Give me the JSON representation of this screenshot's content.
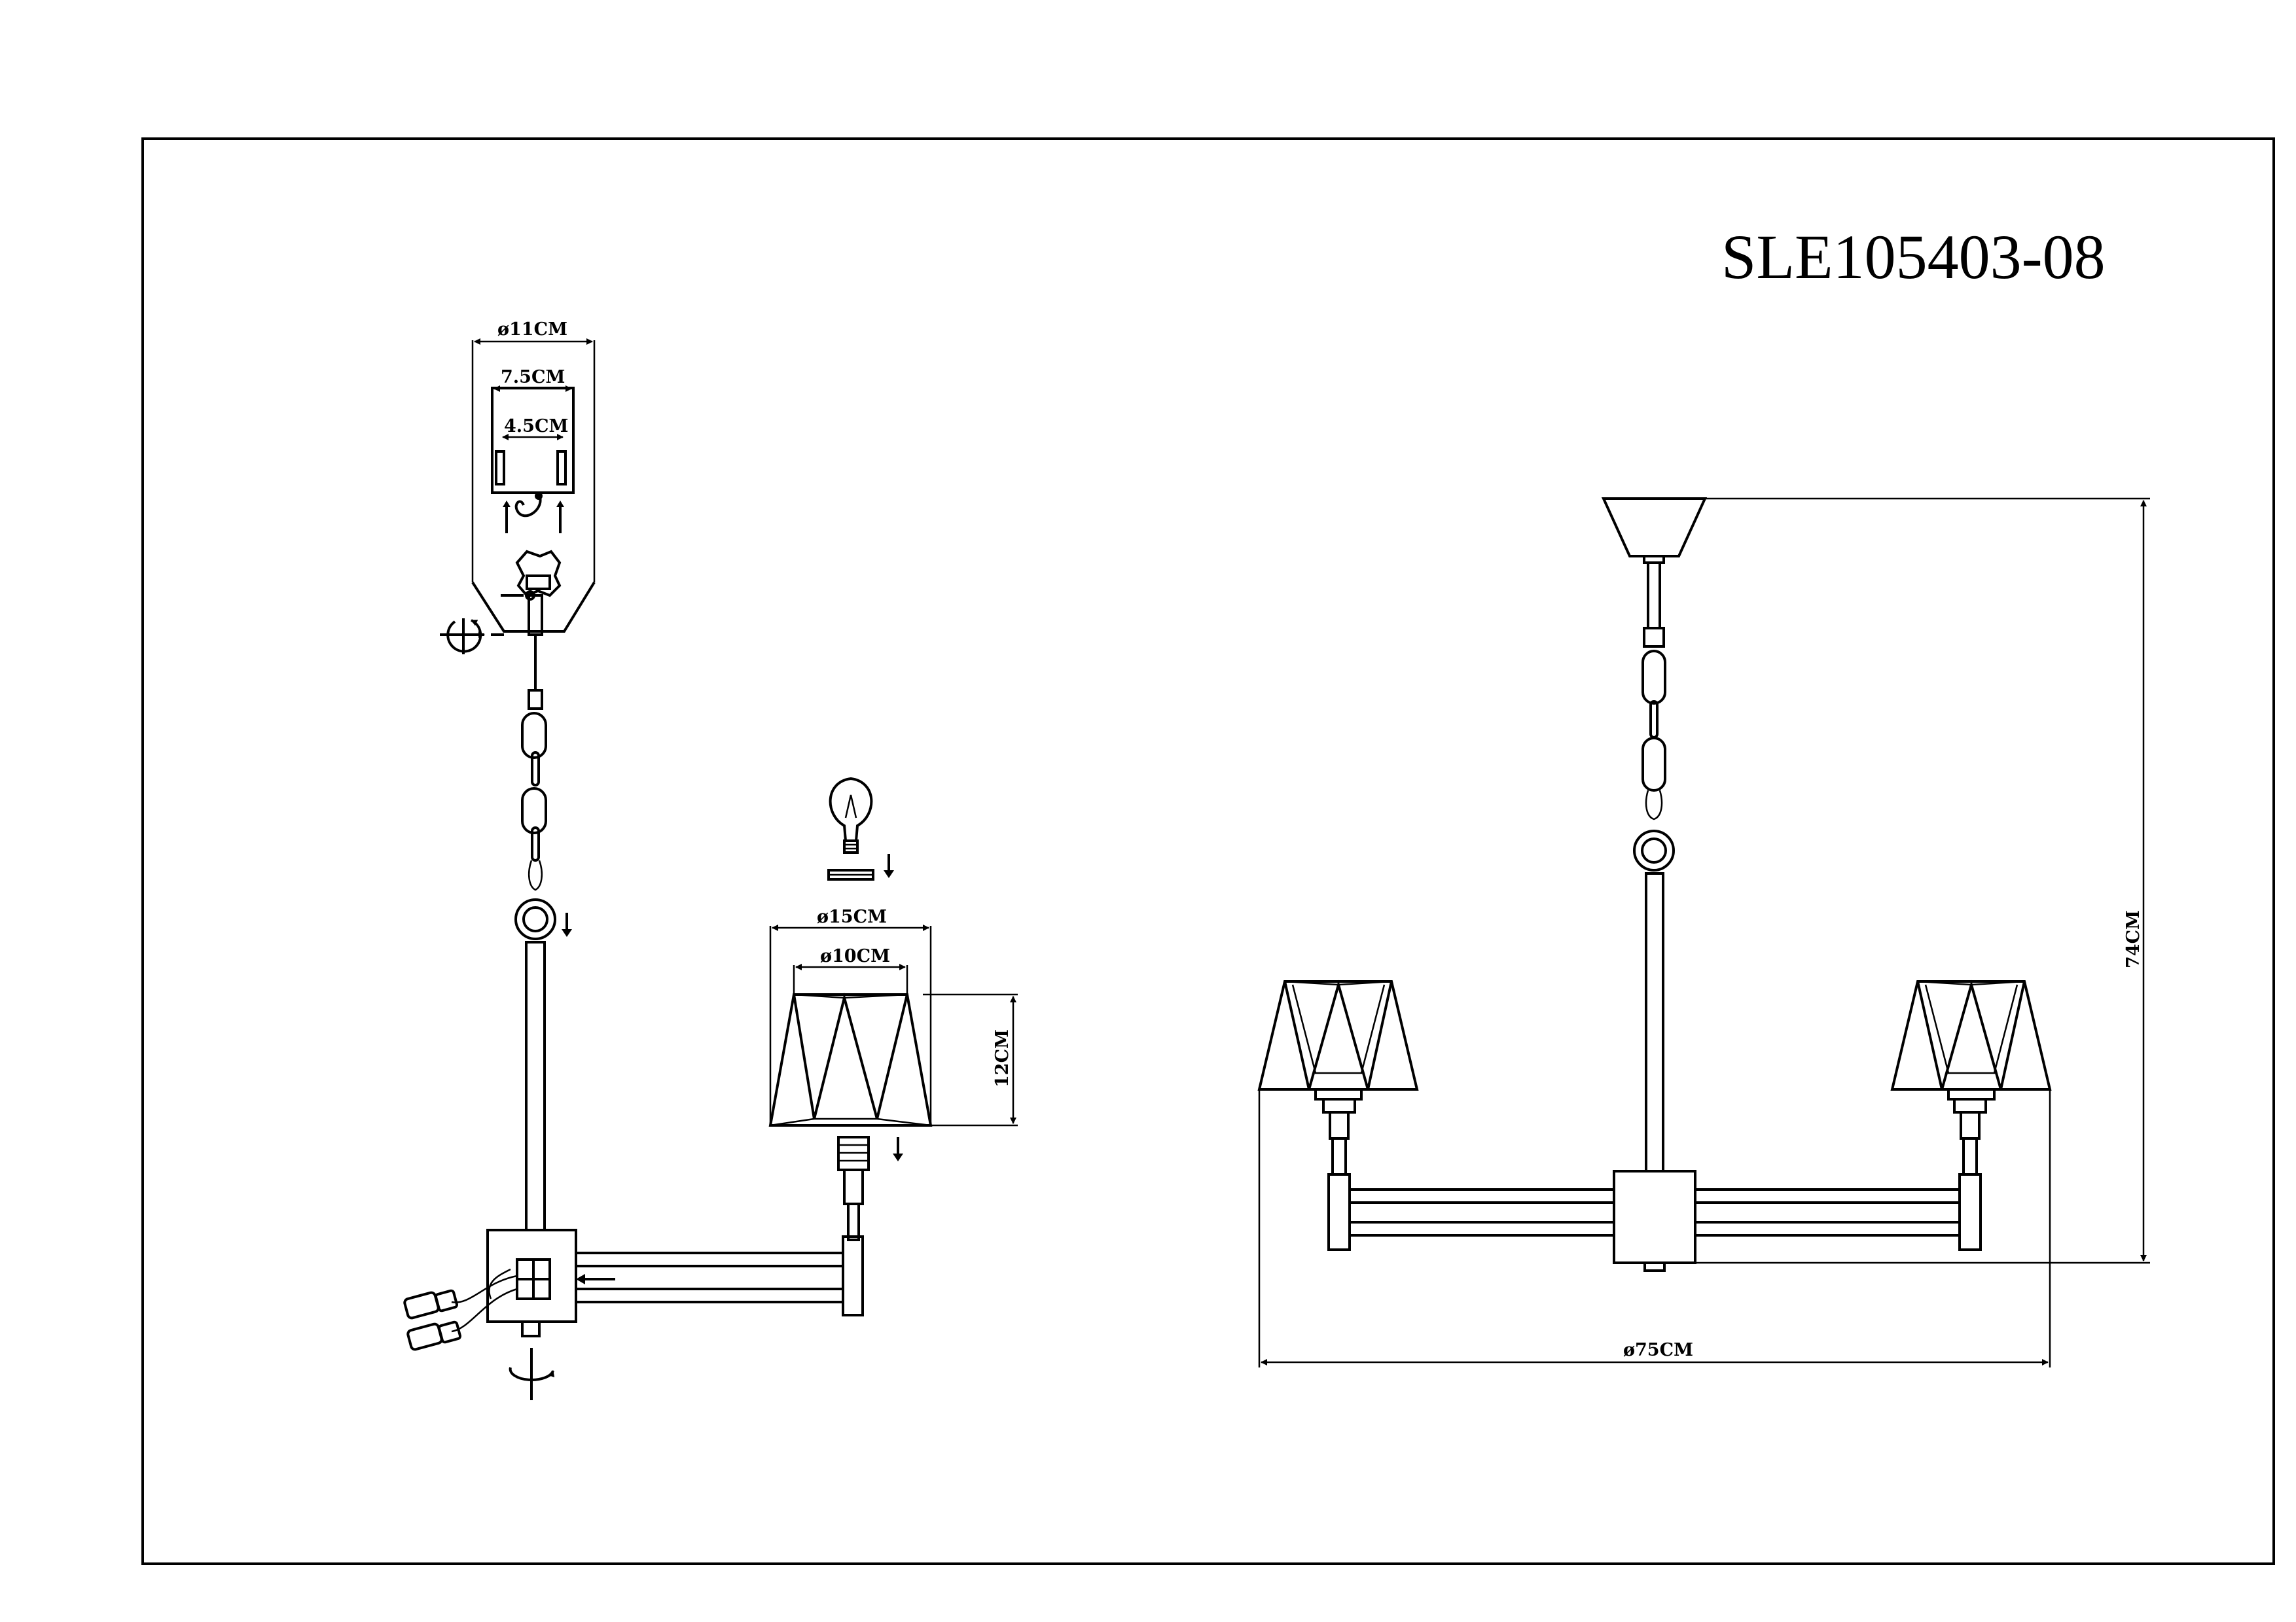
{
  "title": "SLE105403-08",
  "dimensions": {
    "canopy_diameter": "ø11CM",
    "bracket_outer": "7.5CM",
    "bracket_inner": "4.5CM",
    "shade_top_diameter": "ø15CM",
    "shade_inner_diameter": "ø10CM",
    "shade_height": "12CM",
    "total_height": "74CM",
    "total_diameter": "ø75CM"
  },
  "colors": {
    "line": "#000000",
    "background": "#ffffff"
  },
  "icons": [
    "rotate-icon",
    "bulb-icon",
    "arrow-down-icon",
    "arrow-left-icon",
    "connector-icon"
  ]
}
